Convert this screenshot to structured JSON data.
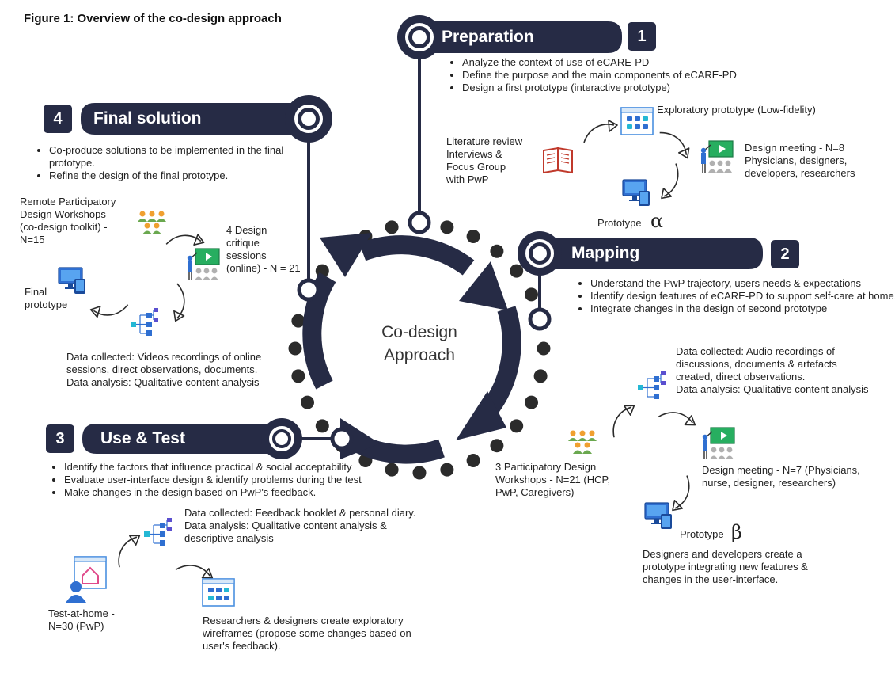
{
  "figure_title": "Figure 1: Overview of the co-design approach",
  "center": {
    "text": "Co-design\nApproach"
  },
  "stages": {
    "preparation": {
      "number": "1",
      "title": "Preparation",
      "bullets": [
        "Analyze the context of use of eCARE-PD",
        "Define the purpose and the main components of eCARE-PD",
        "Design a first prototype (interactive prototype)"
      ],
      "inputs": "Literature review\nInterviews &\nFocus Group\nwith PwP",
      "exploratory": "Exploratory prototype (Low-fidelity)",
      "meeting": "Design meeting - N=8\nPhysicians, designers,\ndevelopers, researchers",
      "prototype_label": "Prototype",
      "prototype_symbol": "α"
    },
    "mapping": {
      "number": "2",
      "title": "Mapping",
      "bullets": [
        "Understand the PwP trajectory, users needs & expectations",
        "Identify design features of eCARE-PD to support self-care at home.",
        "Integrate changes in the design of second prototype"
      ],
      "data": "Data collected: Audio recordings of\ndiscussions, documents & artefacts\ncreated, direct observations.\nData analysis: Qualitative content analysis",
      "workshops": "3 Participatory Design\nWorkshops - N=21 (HCP,\nPwP, Caregivers)",
      "meeting": "Design meeting - N=7 (Physicians,\nnurse, designer, researchers)",
      "prototype_label": "Prototype",
      "prototype_symbol": "β",
      "developers": "Designers and developers create a\nprototype integrating new features &\nchanges in the user-interface."
    },
    "use_test": {
      "number": "3",
      "title": "Use & Test",
      "bullets": [
        "Identify the factors that influence practical & social acceptability",
        "Evaluate user-interface design & identify problems during the test",
        "Make changes in the design based on PwP's feedback."
      ],
      "data": "Data collected: Feedback booklet & personal diary.\nData analysis: Qualitative content analysis &\ndescriptive analysis",
      "test": "Test-at-home -\nN=30 (PwP)",
      "wireframes": "Researchers & designers create exploratory\nwireframes (propose some changes based on\nuser's feedback)."
    },
    "final": {
      "number": "4",
      "title": "Final  solution",
      "bullets": [
        "Co-produce solutions to be implemented in the final prototype.",
        "Refine the design of the final prototype."
      ],
      "remote": "Remote Participatory\nDesign Workshops\n(co-design toolkit) -\nN=15",
      "critique": "4 Design\ncritique\nsessions\n(online) - N = 21",
      "final_prototype": "Final\nprototype",
      "data": "Data collected: Videos recordings of online\nsessions, direct observations, documents.\nData analysis: Qualitative content analysis"
    }
  },
  "colors": {
    "navy": "#262b45",
    "dots": "#2b2b2b",
    "icon_blue": "#2f6fd1",
    "icon_cyan": "#24b8d4",
    "book_red": "#c0392b",
    "people_green": "#6aa84f",
    "people_orange": "#f0a030",
    "slide_green": "#27ae60"
  },
  "icons": [
    "book-icon",
    "app-window-icon",
    "presentation-icon",
    "monitor-phone-icon",
    "flowchart-icon",
    "people-group-icon",
    "home-user-icon",
    "curved-arrow-icon"
  ]
}
